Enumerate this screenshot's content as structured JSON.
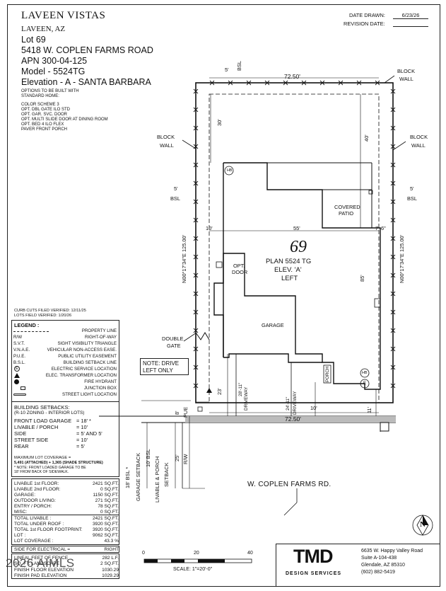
{
  "header": {
    "community": "LAVEEN VISTAS",
    "city": "LAVEEN, AZ",
    "lot": "Lot  69",
    "address": "5418 W. COPLEN FARMS ROAD",
    "apn": "APN  300-04-125",
    "model": "Model - 5524TG",
    "elevation": "Elevation - A - SANTA BARBARA"
  },
  "options": {
    "title_1": "OPTIONS TO BE BUILT WITH",
    "title_2": "STANDARD HOME:",
    "items": [
      "COLOR SCHEME 3",
      "OPT. DBL GATE ILO STD",
      "OPT. GAR. SVC. DOOR",
      "OPT. MULTI SLIDE DOOR AT DINING ROOM",
      "OPT. BED 4 ILO FLEX",
      "PAVER FRONT PORCH"
    ]
  },
  "dates": {
    "drawn_label": "DATE DRAWN:",
    "drawn_value": "6/23/26",
    "revision_label": "REVISION DATE:",
    "revision_value": ""
  },
  "verification": {
    "curb_cuts": "CURB CUTS FILED VERIFIED:  12/11/25",
    "lots_field": "LOTS FIELD VERIFIED:  1/20/26"
  },
  "legend": {
    "title": "LEGEND :",
    "rows": [
      {
        "abbr": "",
        "desc": "PROPERTY LINE"
      },
      {
        "abbr": "R/W",
        "desc": "RIGHT-OF-WAY"
      },
      {
        "abbr": "S.V.T.",
        "desc": "SIGHT VISIBILITY TRIANGLE"
      },
      {
        "abbr": "V.N.A.E.",
        "desc": "VEHICULAR NON-ACCESS EASE."
      },
      {
        "abbr": "P.U.E.",
        "desc": "PUBLIC UTILITY EASEMENT"
      },
      {
        "abbr": "B.S.L.",
        "desc": "BUILDING SETBACK LINE"
      },
      {
        "abbr": "E",
        "desc": "ELECTRIC SERVICE LOCATION"
      },
      {
        "abbr": "",
        "desc": "ELEC. TRANSFORMER LOCATION"
      },
      {
        "abbr": "",
        "desc": "FIRE HYDRANT"
      },
      {
        "abbr": "",
        "desc": "JUNCTION BOX"
      },
      {
        "abbr": "",
        "desc": "STREET LIGHT LOCATION"
      }
    ]
  },
  "setbacks": {
    "title": "BUILDING SETBACKS:",
    "zoning": "(R-10 ZONING - INTERIOR LOTS)",
    "rows": [
      {
        "label": "FRONT LOAD GARAGE",
        "value": "= 18' *"
      },
      {
        "label": "LIVABLE / PORCH",
        "value": "= 10'"
      },
      {
        "label": "SIDE",
        "value": "= 5' AND 5'"
      },
      {
        "label": "STREET SIDE",
        "value": "= 10'"
      },
      {
        "label": "REAR",
        "value": "= 5'"
      }
    ],
    "max_coverage_1": "MAXIMUM LOT COVERAGE =",
    "max_coverage_2": "5,491 (ATTACHED) + 1,365 (SHADE STRUCTURE)",
    "note_1": "* NOTE: FRONT LOADED GARAGE TO BE",
    "note_2": "18' FROM BACK OF SIDEWALK."
  },
  "areas": [
    {
      "label": "LIVABLE 1st FLOOR:",
      "value": "2421 SQ.FT."
    },
    {
      "label": "LIVABLE 2nd FLOOR:",
      "value": "0 SQ.FT."
    },
    {
      "label": "GARAGE:",
      "value": "1150 SQ.FT."
    },
    {
      "label": "OUTDOOR LIVING:",
      "value": "271 SQ.FT."
    },
    {
      "label": "ENTRY / PORCH:",
      "value": "78 SQ.FT."
    },
    {
      "label": "MISC:",
      "value": "0 SQ.FT."
    }
  ],
  "totals": [
    {
      "label": "TOTAL LIVABLE :",
      "value": "2421 SQ.FT."
    },
    {
      "label": "TOTAL UNDER ROOF :",
      "value": "3920 SQ.FT."
    },
    {
      "label": "TOTAL 1st FLOOR FOOTPRINT:",
      "value": "3920 SQ.FT."
    },
    {
      "label": "LOT :",
      "value": "9062 SQ.FT."
    },
    {
      "label": "LOT COVERAGE :",
      "value": "43.3 %"
    }
  ],
  "electrical": {
    "label": "SIDE FOR ELECTRICAL =",
    "value": "RIGHT"
  },
  "fence": [
    {
      "label": "LINEAL FEET OF FENCE",
      "value": "282 L.F."
    },
    {
      "label": "SQ. FT. LANDSCAPE",
      "value": "2 SQ.FT."
    }
  ],
  "elevations": [
    {
      "label": "FINISH FLOOR ELEVATION",
      "value": "1030.29"
    },
    {
      "label": "FINISH PAD ELEVATION",
      "value": "1029.29"
    }
  ],
  "watermark": "2026 AIMLS",
  "site": {
    "lot_number": "69",
    "plan_1": "PLAN 5524 TG",
    "plan_2": "ELEV. 'A'",
    "plan_3": "LEFT",
    "top_width": "72.50'",
    "bottom_width": "72.50'",
    "rear_setback": "5'",
    "bsl": "BSL",
    "left_bsl_5": "5'",
    "right_bsl_5": "5'",
    "block_wall": "BLOCK",
    "wall": "WALL",
    "dim_30": "30'",
    "dim_40": "40'",
    "dim_10": "10'",
    "dim_55": "55'",
    "dim_7_6": "7'-6\"",
    "dim_85": "85'",
    "dim_23": "23'",
    "dim_10b": "10'",
    "dim_11": "11'",
    "dim_8": "8'",
    "dim_25": "25'",
    "driveway_1": "28'-11\"",
    "driveway_2": "24'-11\"",
    "driveway": "DRIVEWAY",
    "covered_patio_1": "COVERED",
    "covered_patio_2": "PATIO",
    "garage": "GARAGE",
    "opt_door_1": "OPT.",
    "opt_door_2": "DOOR",
    "double_gate_1": "DOUBLE",
    "double_gate_2": "GATE",
    "porch": "PORCH",
    "hb": "HB",
    "e": "E",
    "bearing_left": "N00°17'34\"E 125.00'",
    "bearing_right": "N00°17'34\"E 125.00'",
    "pue": "PUE",
    "rw": "R/W",
    "garage_setback_1": "18' BSL *",
    "garage_setback_2": "GARAGE SETBACK",
    "livable_setback_1": "10' BSL",
    "livable_setback_2": "LIVABLE & PORCH",
    "livable_setback_3": "SETBACK",
    "street": "W. COPLEN FARMS RD.",
    "note_1": "NOTE: DRIVE",
    "note_2": "LEFT ONLY"
  },
  "scale": {
    "ticks": [
      "0",
      "20",
      "40"
    ],
    "label": "SCALE:  1\"=20'-0\""
  },
  "company": {
    "logo": "TMD",
    "tagline": "DESIGN SERVICES",
    "address_1": "6635 W. Happy Valley Road",
    "address_2": "Suite A-104-438",
    "address_3": "Glendale, AZ 85310",
    "phone": "(602) 882-5419"
  },
  "north": "N"
}
